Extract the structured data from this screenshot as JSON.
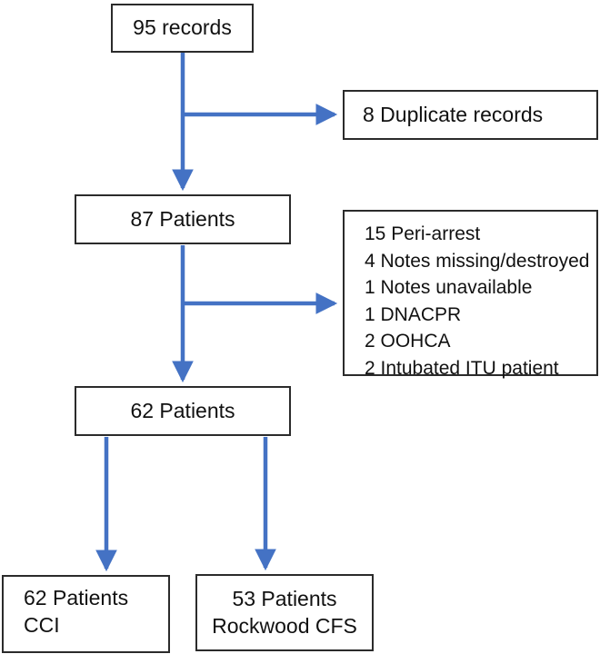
{
  "diagram": {
    "type": "flowchart",
    "orientation": "top-to-bottom",
    "accent_color": "#4472C4",
    "box_border_color": "#2B2B2B",
    "background_color": "#FFFFFF",
    "nodes": {
      "records": {
        "label": "95 records"
      },
      "duplicates": {
        "label": "8 Duplicate records"
      },
      "patients_87": {
        "label": "87 Patients"
      },
      "exclusions": {
        "items": [
          "15 Peri-arrest",
          "4 Notes missing/destroyed",
          "1 Notes unavailable",
          "1 DNACPR",
          "2 OOHCA",
          "2 Intubated ITU patient"
        ],
        "label": "15 Peri-arrest\n4 Notes missing/destroyed\n1 Notes unavailable\n1 DNACPR\n2 OOHCA\n2 Intubated ITU patient"
      },
      "patients_62": {
        "label": "62 Patients"
      },
      "patients_cci": {
        "label": "62 Patients CCI"
      },
      "patients_cfs": {
        "label": "53 Patients\nRockwood CFS"
      }
    },
    "edges": [
      {
        "from": "records",
        "to": "duplicates",
        "style": "elbow-right"
      },
      {
        "from": "records",
        "to": "patients_87",
        "style": "straight-down"
      },
      {
        "from": "patients_87",
        "to": "exclusions",
        "style": "elbow-right"
      },
      {
        "from": "patients_87",
        "to": "patients_62",
        "style": "straight-down"
      },
      {
        "from": "patients_62",
        "to": "patients_cci",
        "style": "straight-down"
      },
      {
        "from": "patients_62",
        "to": "patients_cfs",
        "style": "straight-down"
      }
    ]
  }
}
